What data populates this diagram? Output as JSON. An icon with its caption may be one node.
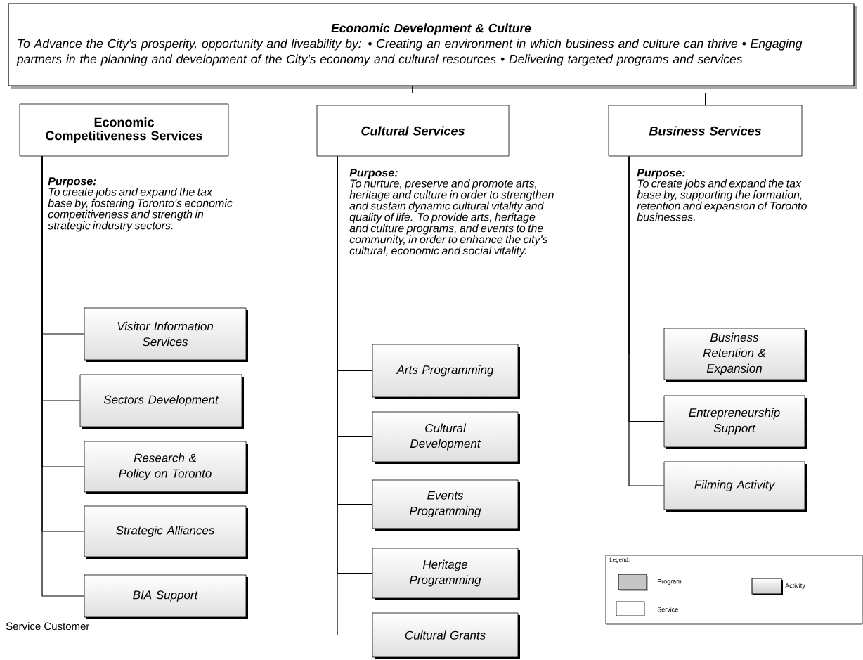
{
  "diagram": {
    "nodes": [
      {
        "text": [
          "Economic Development & Culture",
          "To Advance the City's prosperity, opportunity and liveability by: • Creating an environment in which business and culture can thrive • Engaging partners in the planning and development of the City's economy and cultural resources • Delivering targeted programs and services"
        ]
      },
      {
        "text": [
          "Economic Competitiveness Services"
        ],
        "beside": [
          "Purpose:",
          "To create jobs and expand the tax base by, fostering Toronto's economic competitiveness and strength in strategic industry sectors."
        ]
      },
      {
        "text": [
          "Cultural Services"
        ],
        "beside": [
          "Purpose:",
          "To nurture, preserve and promote arts, heritage and culture in order to strengthen and sustain dynamic cultural vitality and quality of life. To provide arts, heritage and culture programs, and events to the community, in order to enhance the city's cultural, economic and social vitality."
        ]
      },
      {
        "text": [
          "Business Services"
        ],
        "beside": [
          "Purpose:",
          "To create jobs and expand the tax base by, supporting the formation, retention and expansion of Toronto businesses."
        ]
      },
      {
        "text": [
          "Visitor Information Services"
        ]
      },
      {
        "text": [
          "Sectors Development"
        ]
      },
      {
        "text": [
          "Research & Policy on Toronto"
        ]
      },
      {
        "text": [
          "Strategic Alliances"
        ]
      },
      {
        "text": [
          "BIA Support"
        ]
      },
      {
        "text": [
          "Arts Programming"
        ]
      },
      {
        "text": [
          "Cultural Development"
        ]
      },
      {
        "text": [
          "Events Programming"
        ]
      },
      {
        "text": [
          "Heritage Programming"
        ]
      },
      {
        "text": [
          "Cultural Grants"
        ]
      },
      {
        "text": [
          "Business Retention & Expansion"
        ]
      },
      {
        "text": [
          "Entrepreneurship Support"
        ]
      },
      {
        "text": [
          "Filming Activity"
        ]
      }
    ],
    "edges": [
      {
        "from": 0,
        "to": 1,
        "arrow": "none"
      },
      {
        "from": 0,
        "to": 2,
        "arrow": "none"
      },
      {
        "from": 0,
        "to": 3,
        "arrow": "none"
      },
      {
        "from": 1,
        "to": 4,
        "arrow": "none"
      },
      {
        "from": 1,
        "to": 5,
        "arrow": "none"
      },
      {
        "from": 1,
        "to": 6,
        "arrow": "none"
      },
      {
        "from": 1,
        "to": 7,
        "arrow": "none"
      },
      {
        "from": 1,
        "to": 8,
        "arrow": "none"
      },
      {
        "from": 2,
        "to": 9,
        "arrow": "none"
      },
      {
        "from": 2,
        "to": 10,
        "arrow": "none"
      },
      {
        "from": 2,
        "to": 11,
        "arrow": "none"
      },
      {
        "from": 2,
        "to": 12,
        "arrow": "none"
      },
      {
        "from": 2,
        "to": 13,
        "arrow": "none"
      },
      {
        "from": 3,
        "to": 14,
        "arrow": "none"
      },
      {
        "from": 3,
        "to": 15,
        "arrow": "none"
      },
      {
        "from": 3,
        "to": 16,
        "arrow": "none"
      }
    ],
    "labels": [
      "Legend:",
      "Service Customer"
    ],
    "legend": [
      {
        "text": "Program"
      },
      {
        "text": "Activity"
      },
      {
        "text": "Service"
      }
    ]
  }
}
